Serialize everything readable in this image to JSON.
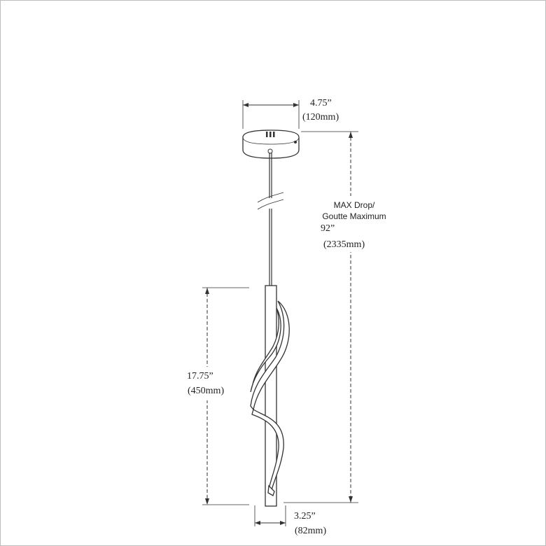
{
  "dimensions": {
    "canopy_width": {
      "imperial": "4.75”",
      "metric": "(120mm)"
    },
    "max_drop": {
      "label_line1": "MAX Drop/",
      "label_line2": "Goutte Maximum",
      "imperial": "92”",
      "metric": "(2335mm)"
    },
    "fixture_height": {
      "imperial": "17.75”",
      "metric": "(450mm)"
    },
    "fixture_width": {
      "imperial": "3.25”",
      "metric": "(82mm)"
    }
  },
  "colors": {
    "line": "#333333",
    "background": "#ffffff",
    "border": "#bdbdbd"
  }
}
